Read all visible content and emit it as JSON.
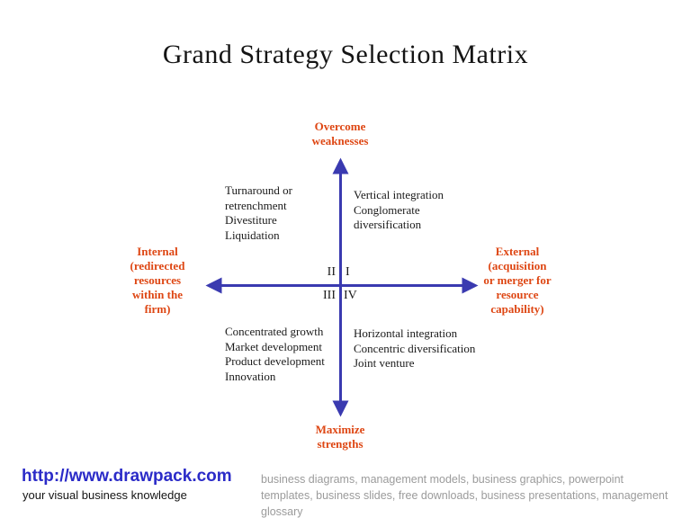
{
  "title": "Grand Strategy Selection Matrix",
  "colors": {
    "accent_red": "#DE4714",
    "axis_blue": "#3A3AB0",
    "link_blue": "#2B2BC8",
    "muted_gray": "#9B9B9B"
  },
  "matrix": {
    "axis_top": {
      "lines": [
        "Overcome",
        "weaknesses"
      ]
    },
    "axis_bottom": {
      "lines": [
        "Maximize",
        "strengths"
      ]
    },
    "axis_left": {
      "lines": [
        "Internal",
        "(redirected",
        "resources",
        "within the",
        "firm)"
      ]
    },
    "axis_right": {
      "lines": [
        "External",
        "(acquisition",
        "or merger for",
        "resource",
        "capability)"
      ]
    },
    "numerals": {
      "q1": "I",
      "q2": "II",
      "q3": "III",
      "q4": "IV"
    },
    "quadrants": {
      "top_left": {
        "lines": [
          "Turnaround or",
          "retrenchment",
          "Divestiture",
          "Liquidation"
        ]
      },
      "top_right": {
        "lines": [
          "Vertical integration",
          "Conglomerate",
          "diversification"
        ]
      },
      "bottom_left": {
        "lines": [
          "Concentrated growth",
          "Market development",
          "Product development",
          "Innovation"
        ]
      },
      "bottom_right": {
        "lines": [
          "Horizontal integration",
          "Concentric diversification",
          "Joint venture"
        ]
      }
    }
  },
  "footer": {
    "link": "http://www.drawpack.com",
    "tagline": "your visual business knowledge",
    "description": "business diagrams, management models, business graphics, powerpoint templates, business slides, free downloads, business presentations, management glossary"
  }
}
